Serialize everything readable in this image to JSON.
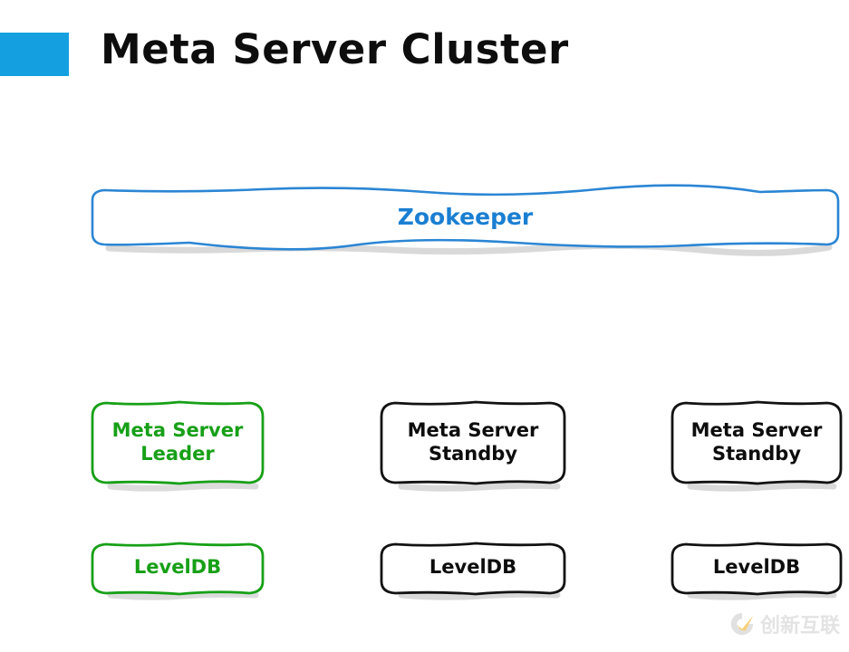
{
  "slide": {
    "title": "Meta Server Cluster",
    "accent_color": "#14a0e0",
    "background_color": "#ffffff"
  },
  "colors": {
    "zookeeper_blue": "#1a7fd2",
    "leader_green": "#17a017",
    "standby_black": "#0d0d0d",
    "shadow_gray": "#b9b9b9",
    "watermark_gray": "#d2d2d2",
    "watermark_orange": "#f5b324"
  },
  "diagram": {
    "coordination_layer": {
      "label": "Zookeeper",
      "border_color": "#2b86d4",
      "text_color": "#1a7fd2"
    },
    "servers": [
      {
        "label": "Meta Server\nLeader",
        "role": "leader",
        "border_color": "#17a017",
        "text_color": "#17a017"
      },
      {
        "label": "Meta Server\nStandby",
        "role": "standby",
        "border_color": "#121212",
        "text_color": "#0d0d0d"
      },
      {
        "label": "Meta Server\nStandby",
        "role": "standby",
        "border_color": "#121212",
        "text_color": "#0d0d0d"
      }
    ],
    "stores": [
      {
        "label": "LevelDB",
        "role": "leader",
        "border_color": "#17a017",
        "text_color": "#17a017"
      },
      {
        "label": "LevelDB",
        "role": "standby",
        "border_color": "#121212",
        "text_color": "#0d0d0d"
      },
      {
        "label": "LevelDB",
        "role": "standby",
        "border_color": "#121212",
        "text_color": "#0d0d0d"
      }
    ]
  },
  "watermark": {
    "text": "创新互联",
    "logo_icon": "circular-check-logo-icon"
  }
}
